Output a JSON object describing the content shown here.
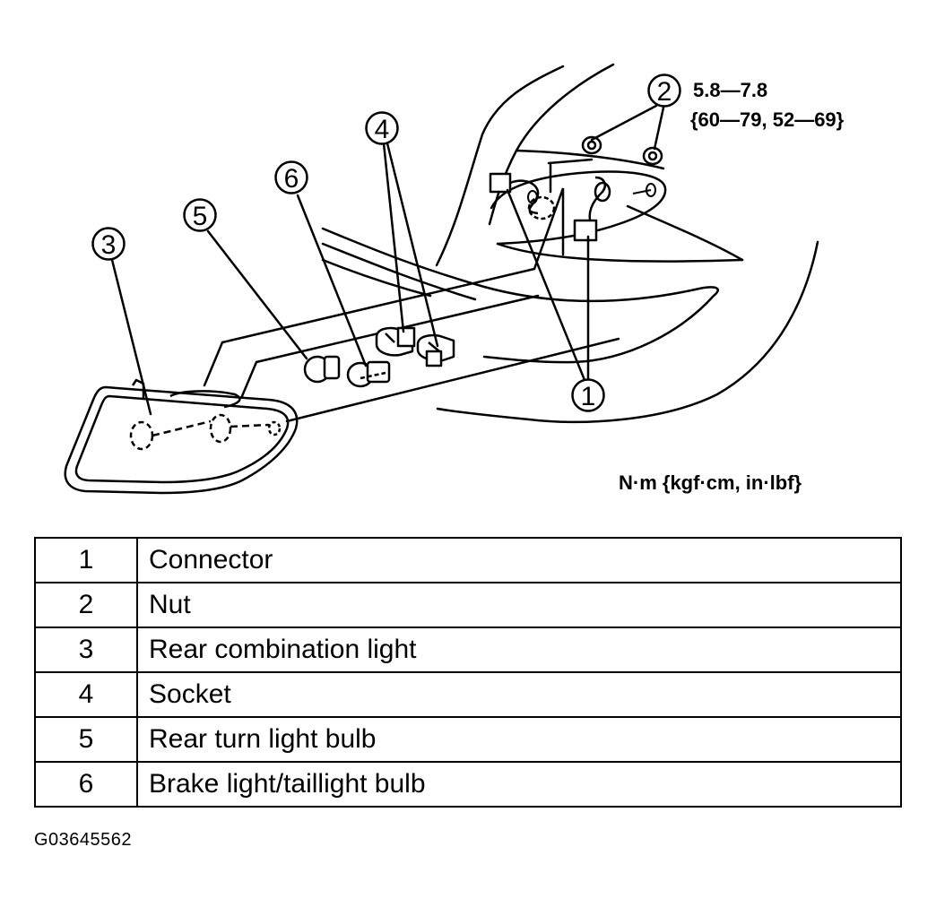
{
  "callouts": [
    "1",
    "2",
    "3",
    "4",
    "5",
    "6"
  ],
  "torque": {
    "line1": "5.8—7.8",
    "line2": "{60—79, 52—69}"
  },
  "units": "N·m {kgf·cm, in·lbf}",
  "legend": [
    {
      "num": "1",
      "name": "Connector"
    },
    {
      "num": "2",
      "name": "Nut"
    },
    {
      "num": "3",
      "name": "Rear combination light"
    },
    {
      "num": "4",
      "name": "Socket"
    },
    {
      "num": "5",
      "name": "Rear turn light bulb"
    },
    {
      "num": "6",
      "name": "Brake light/taillight bulb"
    }
  ],
  "figure_id": "G03645562"
}
